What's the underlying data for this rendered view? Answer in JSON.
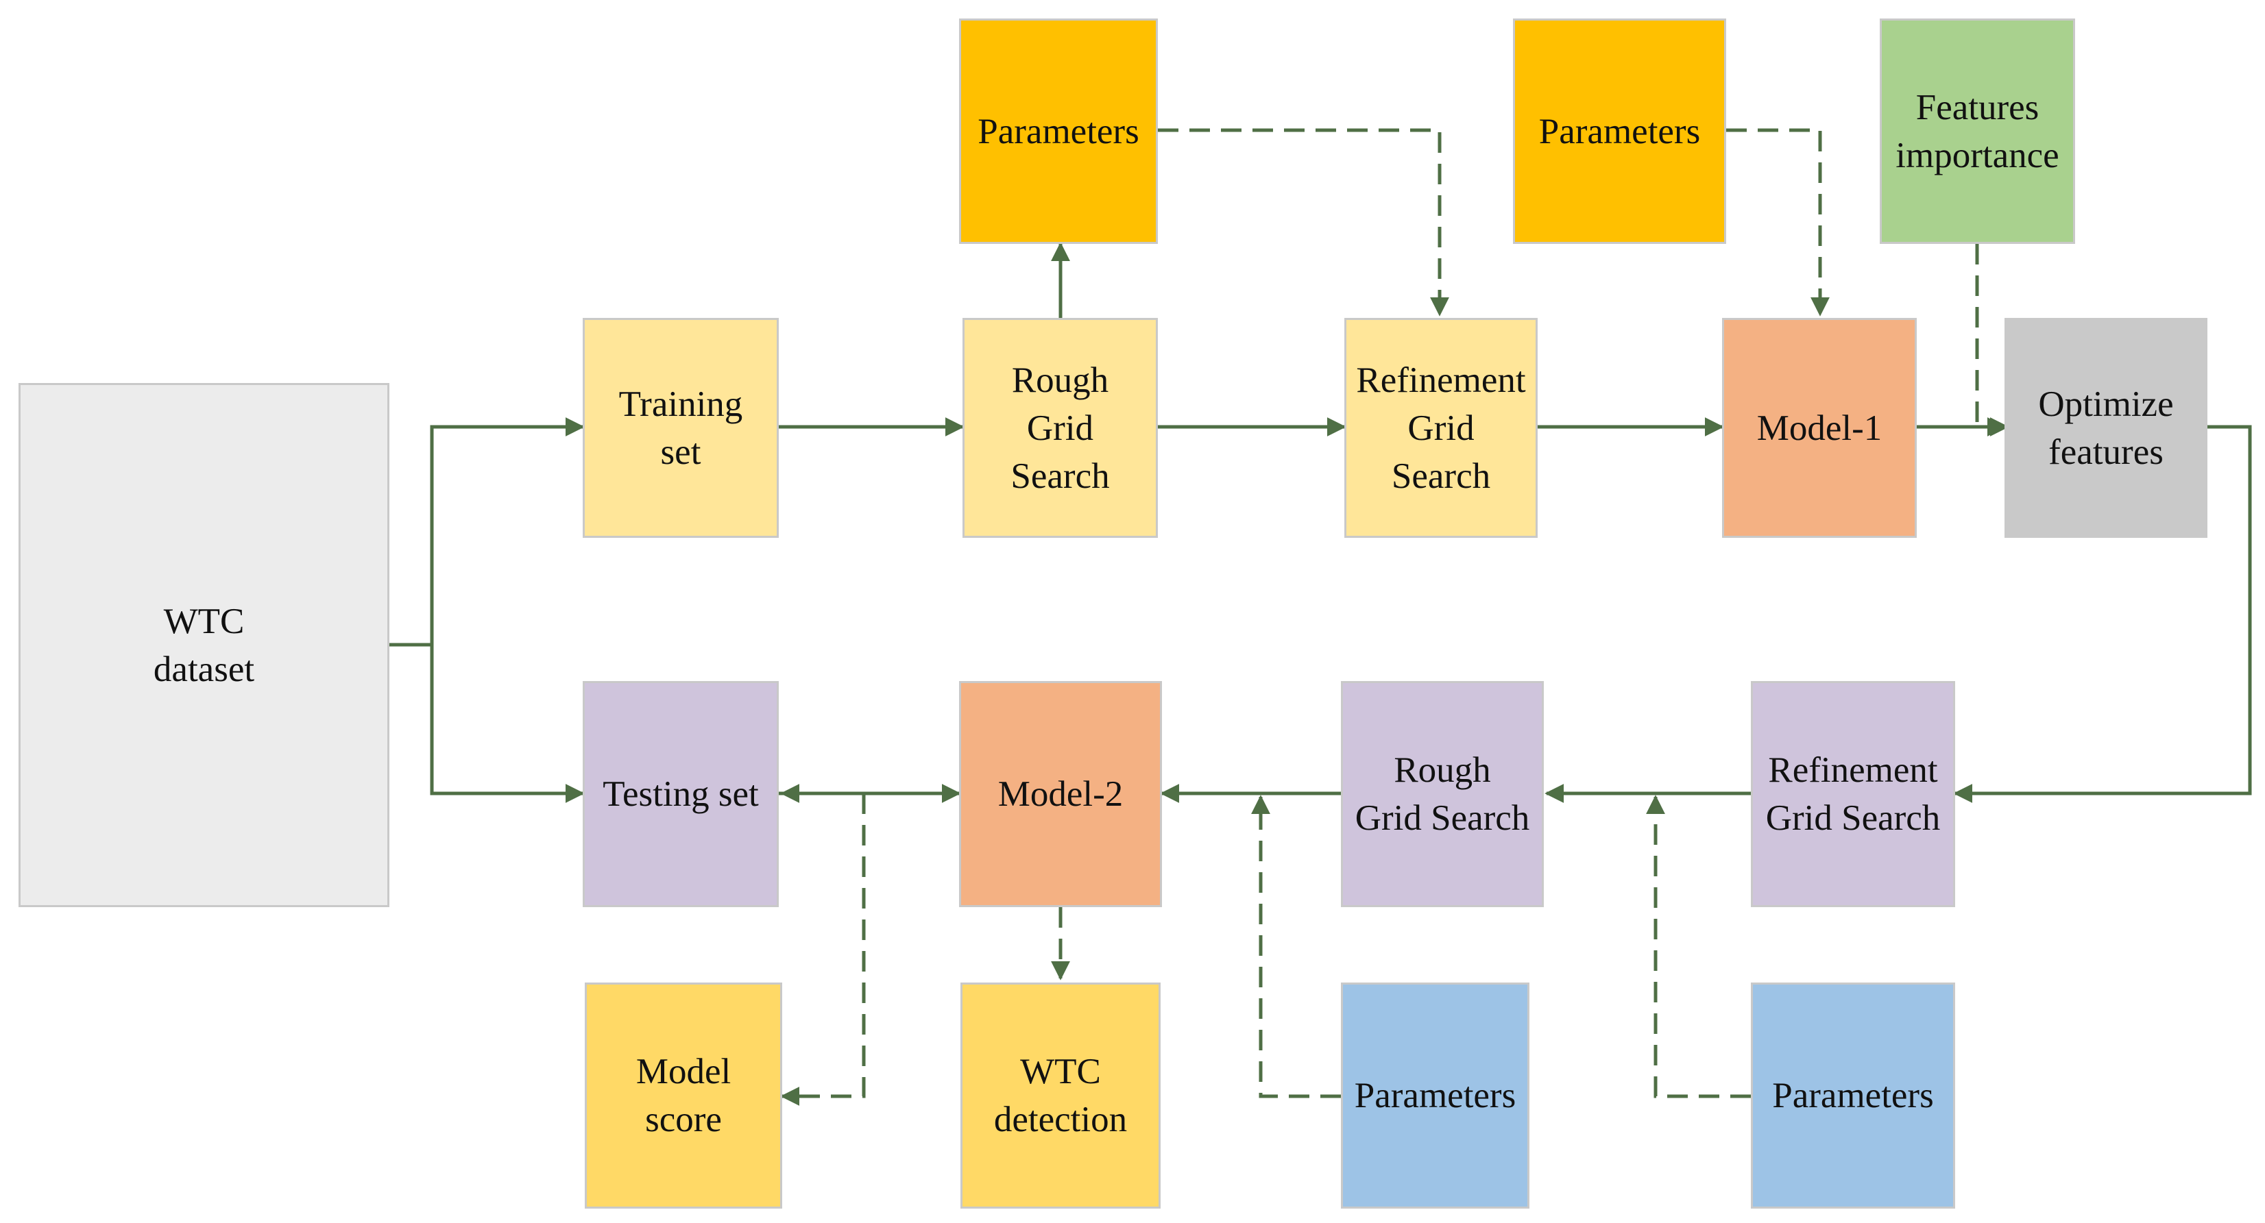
{
  "colors": {
    "gray": "#ececec",
    "light_yellow": "#ffe699",
    "orange": "#ffc000",
    "green": "#a9d18e",
    "salmon": "#f4b183",
    "silver": "#c9c9c9",
    "lavender": "#cfc4dc",
    "gold": "#ffd966",
    "blue": "#9dc3e6",
    "arrow": "#4f6f45"
  },
  "nodes": {
    "wtc_dataset": "WTC\ndataset",
    "training_set": "Training\nset",
    "rough_grid_search_1": "Rough\nGrid\nSearch",
    "refinement_grid_search_1": "Refinement\nGrid\nSearch",
    "model_1": "Model-1",
    "optimize_features": "Optimize\nfeatures",
    "parameters_1": "Parameters",
    "parameters_2": "Parameters",
    "features_importance": "Features\nimportance",
    "testing_set": "Testing set",
    "model_2": "Model-2",
    "rough_grid_search_2": "Rough\nGrid Search",
    "refinement_grid_search_2": "Refinement\nGrid Search",
    "model_score": "Model\nscore",
    "wtc_detection": "WTC\ndetection",
    "parameters_3": "Parameters",
    "parameters_4": "Parameters"
  }
}
